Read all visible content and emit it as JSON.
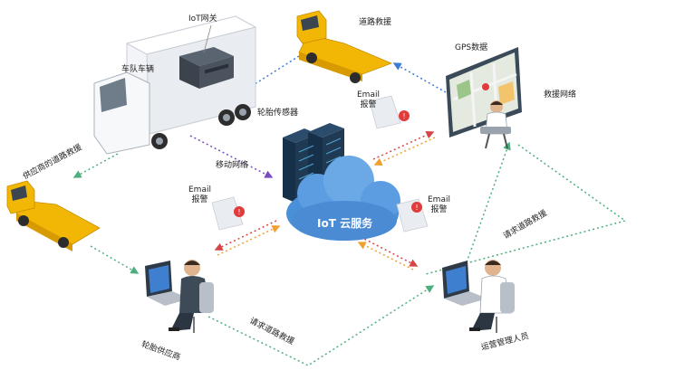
{
  "labels": {
    "iot_gateway": "IoT网关",
    "fleet_vehicle": "车队车辆",
    "tire_sensor": "轮胎传感器",
    "mobile_network": "移动网络",
    "road_rescue_top": "道路救援",
    "gps_data": "GPS数据",
    "rescue_network": "救援网络",
    "email_alert_1_line1": "Email",
    "email_alert_1_line2": "报警",
    "email_alert_2_line1": "Email",
    "email_alert_2_line2": "报警",
    "email_alert_3_line1": "Email",
    "email_alert_3_line2": "报警",
    "iot_cloud": "IoT 云服务",
    "supplier_road_rescue": "供应商的道路救援",
    "request_road_rescue_right": "请求道路救援",
    "request_road_rescue_bottom": "请求道路救援",
    "tire_supplier": "轮胎供应商",
    "ops_manager": "运营管理人员"
  },
  "colors": {
    "cloud": "#4a90d9",
    "server": "#1f3a52",
    "truck_yellow": "#f2b705",
    "link_green": "#4caf7d",
    "link_blue": "#3a7bd5",
    "link_red": "#d64545",
    "link_orange": "#f0a030",
    "link_purple": "#7a4cc2",
    "alert": "#e23b3b"
  }
}
